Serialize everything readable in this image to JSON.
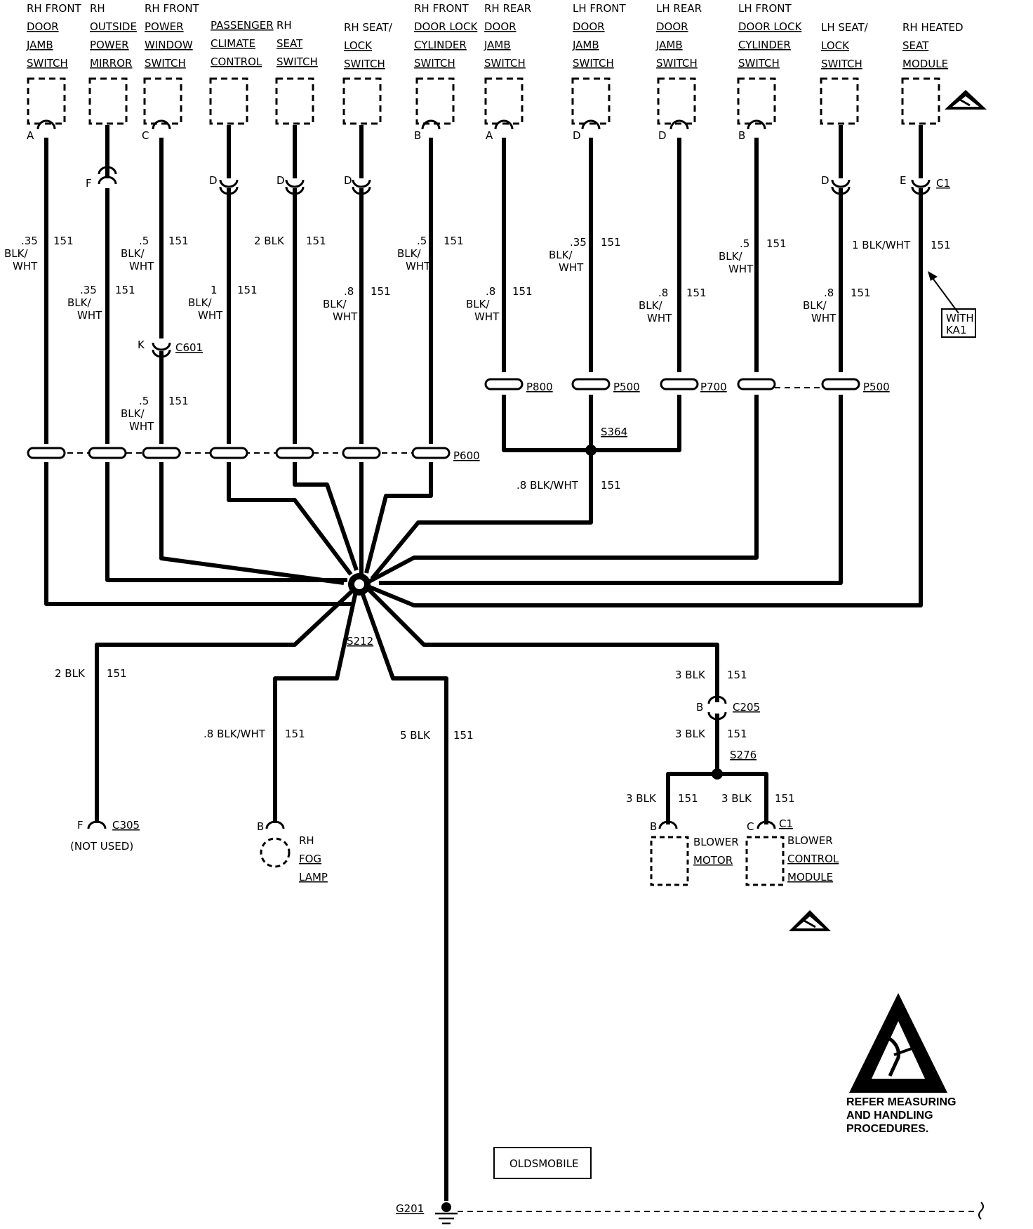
{
  "components": {
    "rh_front_door_jamb": [
      "RH FRONT",
      "DOOR",
      "JAMB",
      "SWITCH"
    ],
    "rh_outside_mirror": [
      "RH",
      "OUTSIDE",
      "POWER",
      "MIRROR"
    ],
    "rh_front_window": [
      "RH FRONT",
      "POWER",
      "WINDOW",
      "SWITCH"
    ],
    "passenger_climate": [
      "PASSENGER",
      "CLIMATE",
      "CONTROL"
    ],
    "rh_seat_switch": [
      "RH",
      "SEAT",
      "SWITCH"
    ],
    "rh_seat_lock": [
      "RH SEAT/",
      "LOCK",
      "SWITCH"
    ],
    "rh_door_lock_cyl": [
      "RH FRONT",
      "DOOR LOCK",
      "CYLINDER",
      "SWITCH"
    ],
    "rh_rear_door_jamb": [
      "RH REAR",
      "DOOR",
      "JAMB",
      "SWITCH"
    ],
    "lh_front_door_jamb": [
      "LH FRONT",
      "DOOR",
      "JAMB",
      "SWITCH"
    ],
    "lh_rear_door_jamb": [
      "LH REAR",
      "DOOR",
      "JAMB",
      "SWITCH"
    ],
    "lh_door_lock_cyl": [
      "LH FRONT",
      "DOOR LOCK",
      "CYLINDER",
      "SWITCH"
    ],
    "lh_seat_lock": [
      "LH SEAT/",
      "LOCK",
      "SWITCH"
    ],
    "rh_heated_seat": [
      "RH HEATED",
      "SEAT",
      "MODULE"
    ],
    "rh_fog_lamp": [
      "RH",
      "FOG",
      "LAMP"
    ],
    "blower_motor": [
      "BLOWER",
      "MOTOR"
    ],
    "blower_control": [
      "BLOWER",
      "CONTROL",
      "MODULE"
    ]
  },
  "pins": {
    "p1": "A",
    "p2": "F",
    "p3": "C",
    "p4": "D",
    "p5": "D",
    "p6": "D",
    "p7": "B",
    "p8": "A",
    "p9": "D",
    "p10": "D",
    "p11": "B",
    "p12": "D",
    "p13": "E",
    "p14": "K",
    "p15": "F",
    "p16": "B",
    "p17": "B",
    "p18": "B",
    "p19": "C"
  },
  "connectors": {
    "c1": "C1",
    "c601": "C601",
    "p800": "P800",
    "p500a": "P500",
    "p700": "P700",
    "p500b": "P500",
    "p600": "P600",
    "c305": "C305",
    "c205": "C205",
    "c1b": "C1"
  },
  "splices": {
    "s364": "S364",
    "s212": "S212",
    "s276": "S276"
  },
  "ground": "G201",
  "wires": {
    "w1_size": ".35",
    "w1_color": "BLK/",
    "w1_color2": "WHT",
    "w1_circ": "151",
    "w2_size": ".35",
    "w2_color": "BLK/",
    "w2_color2": "WHT",
    "w2_circ": "151",
    "w3_size": ".5",
    "w3_color": "BLK/",
    "w3_color2": "WHT",
    "w3_circ": "151",
    "w3b_size": ".5",
    "w3b_color": "BLK/",
    "w3b_color2": "WHT",
    "w3b_circ": "151",
    "w4_size": "1",
    "w4_color": "BLK/",
    "w4_color2": "WHT",
    "w4_circ": "151",
    "w5_label": "2 BLK",
    "w5_circ": "151",
    "w6_size": ".8",
    "w6_color": "BLK/",
    "w6_color2": "WHT",
    "w6_circ": "151",
    "w7_size": ".5",
    "w7_color": "BLK/",
    "w7_color2": "WHT",
    "w7_circ": "151",
    "w8_size": ".8",
    "w8_color": "BLK/",
    "w8_color2": "WHT",
    "w8_circ": "151",
    "w9_size": ".35",
    "w9_color": "BLK/",
    "w9_color2": "WHT",
    "w9_circ": "151",
    "w10_size": ".8",
    "w10_color": "BLK/",
    "w10_color2": "WHT",
    "w10_circ": "151",
    "w11_size": ".5",
    "w11_color": "BLK/",
    "w11_color2": "WHT",
    "w11_circ": "151",
    "w12_size": ".8",
    "w12_color": "BLK/",
    "w12_color2": "WHT",
    "w12_circ": "151",
    "w13_label": "1 BLK/WHT",
    "w13_circ": "151",
    "w_s364": ".8 BLK/WHT",
    "w_s364_circ": "151",
    "w_c305": "2 BLK",
    "w_c305_circ": "151",
    "w_fog": ".8 BLK/WHT",
    "w_fog_circ": "151",
    "w_g201": "5 BLK",
    "w_g201_circ": "151",
    "w_c205a": "3 BLK",
    "w_c205a_circ": "151",
    "w_c205b": "3 BLK",
    "w_c205b_circ": "151",
    "w_bm": "3 BLK",
    "w_bm_circ": "151",
    "w_bc": "3 BLK",
    "w_bc_circ": "151"
  },
  "notes": {
    "with_ka1": [
      "WITH",
      "KA1"
    ],
    "not_used": "(NOT USED)",
    "oldsmobile": "OLDSMOBILE",
    "esd": [
      "REFER MEASURING",
      "AND HANDLING",
      "PROCEDURES."
    ]
  }
}
